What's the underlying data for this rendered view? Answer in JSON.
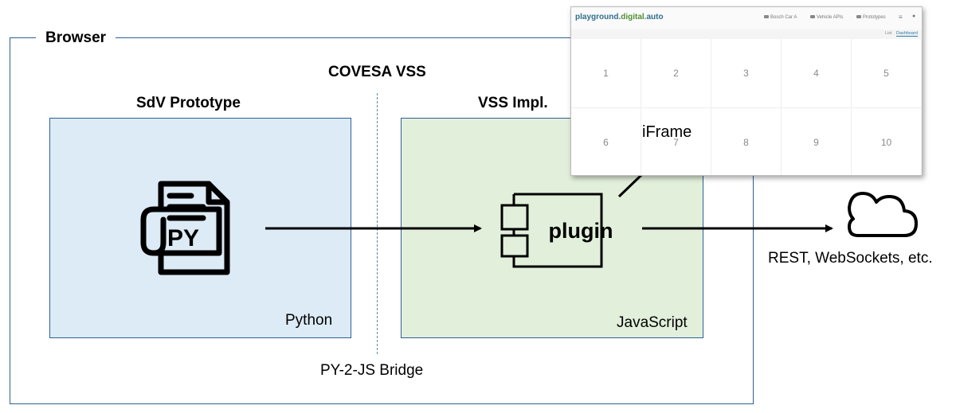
{
  "diagram": {
    "browser_label": "Browser",
    "covesa_title": "COVESA VSS",
    "left_box": {
      "title": "SdV Prototype",
      "language": "Python",
      "icon": "python-file-icon",
      "icon_text": "PY"
    },
    "right_box": {
      "title": "VSS Impl.",
      "language": "JavaScript",
      "component": "plugin",
      "icon": "uml-component-icon"
    },
    "bridge_label": "PY-2-JS Bridge",
    "external_label": "REST, WebSockets, etc.",
    "external_icon": "cloud-icon",
    "iframe_label": "iFrame"
  },
  "iframe_window": {
    "brand_parts": [
      "playground.",
      "digital.",
      "auto"
    ],
    "nav": [
      {
        "label": "Bosch Car A",
        "icon": "car-icon"
      },
      {
        "label": "Vehicle APIs",
        "icon": "list-icon"
      },
      {
        "label": "Prototypes",
        "icon": "prototype-icon"
      }
    ],
    "menu_icon": "menu-icon",
    "user_icon": "user-icon",
    "tabs": [
      "List",
      "Dashboard"
    ],
    "active_tab": "Dashboard",
    "grid_cells": [
      "1",
      "2",
      "3",
      "4",
      "5",
      "6",
      "7",
      "8",
      "9",
      "10"
    ]
  },
  "colors": {
    "frame_border": "#2e5f97",
    "python_box": "#dcebf6",
    "js_box": "#e2f0db",
    "brand_blue": "#2f6f8f",
    "brand_green": "#4e8f35"
  }
}
